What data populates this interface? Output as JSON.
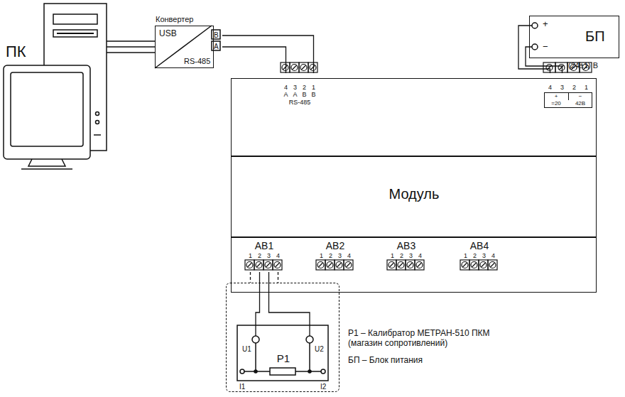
{
  "diagram": {
    "nodes": [
      {
        "text": [
          "ПК"
        ]
      },
      {
        "text": [
          "Конвертер",
          "USB",
          "RS-485"
        ]
      },
      {
        "text": [
          "+",
          "−",
          "БП"
        ]
      },
      {
        "text": [
          "Модуль"
        ]
      },
      {
        "text": [
          "4",
          "3",
          "2",
          "1",
          "A",
          "A",
          "B",
          "B",
          "RS-485"
        ],
        "in": 3
      },
      {
        "text": [
          "4",
          "3",
          "2",
          "1",
          "+",
          "−",
          "=20",
          "42В"
        ],
        "in": 3
      },
      {
        "text": [
          "АВ1",
          "1",
          "2",
          "3",
          "4"
        ],
        "in": 3
      },
      {
        "text": [
          "АВ2",
          "1",
          "2",
          "3",
          "4"
        ],
        "in": 3
      },
      {
        "text": [
          "АВ3",
          "1",
          "2",
          "3",
          "4"
        ],
        "in": 3
      },
      {
        "text": [
          "АВ4",
          "1",
          "2",
          "3",
          "4"
        ],
        "in": 3
      },
      {
        "text": [
          "Р1",
          "U1",
          "U2",
          "I1",
          "I2"
        ]
      }
    ],
    "edges": [
      {
        "from": 0,
        "to": 1,
        "arrow": "none"
      },
      {
        "from": 1,
        "to": 4,
        "arrow": "none"
      },
      {
        "from": 2,
        "to": 5,
        "arrow": "none"
      },
      {
        "from": 6,
        "to": 10,
        "arrow": "none"
      }
    ],
    "labels": [
      "B",
      "A",
      "(24±1) В",
      "Р1 – Калибратор МЕТРАН-510 ПКМ (магазин сопротивлений)",
      "БП – Блок питания"
    ]
  }
}
